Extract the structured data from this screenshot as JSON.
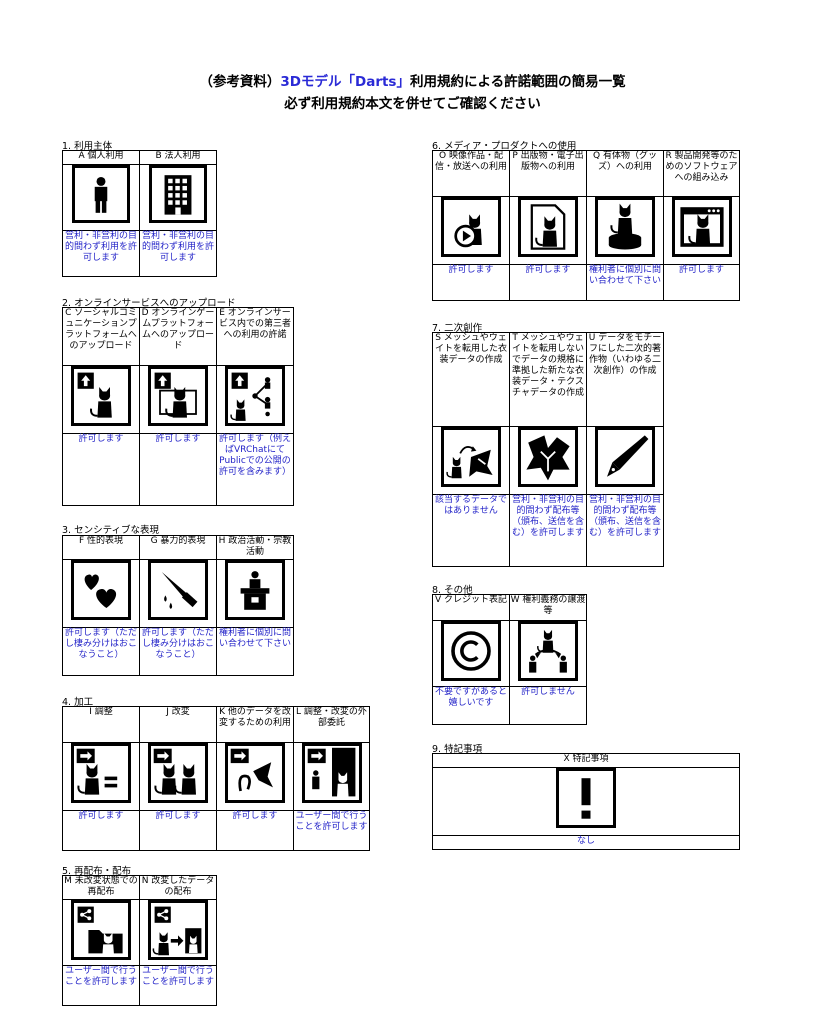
{
  "header": {
    "title_pre": "（参考資料）",
    "title_blue": "3Dモデル「Darts」",
    "title_post": "利用規約による許諾範囲の簡易一覧",
    "subtitle": "必ず利用規約本文を併せてご確認ください"
  },
  "s1": {
    "title": "1. 利用主体",
    "A": {
      "h": "A 個人利用",
      "a": "営利・非営利の目的問わず利用を許可します"
    },
    "B": {
      "h": "B 法人利用",
      "a": "営利・非営利の目的問わず利用を許可します"
    }
  },
  "s2": {
    "title": "2. オンラインサービスへのアップロード",
    "C": {
      "h": "C ソーシャルコミュニケーションプラットフォームへのアップロード",
      "a": "許可します"
    },
    "D": {
      "h": "D オンラインゲームプラットフォームへのアップロード",
      "a": "許可します"
    },
    "E": {
      "h": "E オンラインサービス内での第三者への利用の許諾",
      "a": "許可します（例えばVRChatにてPublicでの公開の許可を含みます）"
    }
  },
  "s3": {
    "title": "3. センシティブな表現",
    "F": {
      "h": "F 性的表現",
      "a": "許可します（ただし棲み分けはおこなうこと）"
    },
    "G": {
      "h": "G 暴力的表現",
      "a": "許可します（ただし棲み分けはおこなうこと）"
    },
    "H": {
      "h": "H 政治活動・宗教活動",
      "a": "権利者に個別に問い合わせて下さい"
    }
  },
  "s4": {
    "title": "4. 加工",
    "I": {
      "h": "I 調整",
      "a": "許可します"
    },
    "J": {
      "h": "J 改変",
      "a": "許可します"
    },
    "K": {
      "h": "K 他のデータを改変するための利用",
      "a": "許可します"
    },
    "L": {
      "h": "L 調整・改変の外部委託",
      "a": "ユーザー間で行うことを許可します"
    }
  },
  "s5": {
    "title": "5. 再配布・配布",
    "M": {
      "h": "M 未改変状態での再配布",
      "a": "ユーザー間で行うことを許可します"
    },
    "N": {
      "h": "N 改変したデータの配布",
      "a": "ユーザー間で行うことを許可します"
    }
  },
  "s6": {
    "title": "6. メディア・プロダクトへの使用",
    "O": {
      "h": "O 映像作品・配信・放送への利用",
      "a": "許可します"
    },
    "P": {
      "h": "P 出版物・電子出版物への利用",
      "a": "許可します"
    },
    "Q": {
      "h": "Q 有体物（グッズ）への利用",
      "a": "権利者に個別に問い合わせて下さい"
    },
    "R": {
      "h": "R 製品開発等のためのソフトウェアへの組み込み",
      "a": "許可します"
    }
  },
  "s7": {
    "title": "7. 二次創作",
    "S": {
      "h": "S メッシュやウェイトを転用した衣装データの作成",
      "a": "該当するデータではありません"
    },
    "T": {
      "h": "T メッシュやウェイトを転用しないでデータの規格に準拠した新たな衣装データ・テクスチャデータの作成",
      "a": "営利・非営利の目的問わず配布等（頒布、送信を含む）を許可します"
    },
    "U": {
      "h": "U データをモチーフにした二次的著作物（いわゆる二次創作）の作成",
      "a": "営利・非営利の目的問わず配布等（頒布、送信を含む）を許可します"
    }
  },
  "s8": {
    "title": "8. その他",
    "V": {
      "h": "V クレジット表記",
      "a": "不要ですがあると嬉しいです"
    },
    "W": {
      "h": "W 権利義務の譲渡等",
      "a": "許可しません"
    }
  },
  "s9": {
    "title": "9. 特記事項",
    "X": {
      "h": "X 特記事項",
      "a": "なし"
    }
  },
  "icons": [
    "person-icon",
    "building-icon",
    "upload-cat-icon",
    "upload-monitor-cat-icon",
    "share-network-icon",
    "heart-icon",
    "knife-icon",
    "podium-icon",
    "adjust-equals-icon",
    "modify-cat-icon",
    "morph-icon",
    "outsource-icon",
    "share-folder-icon",
    "share-modified-icon",
    "video-cat-icon",
    "document-cat-icon",
    "figure-cat-icon",
    "window-cat-icon",
    "cloth-transfer-icon",
    "cloth-icon",
    "pen-nib-icon",
    "copyright-icon",
    "transfer-people-icon",
    "exclamation-icon"
  ]
}
